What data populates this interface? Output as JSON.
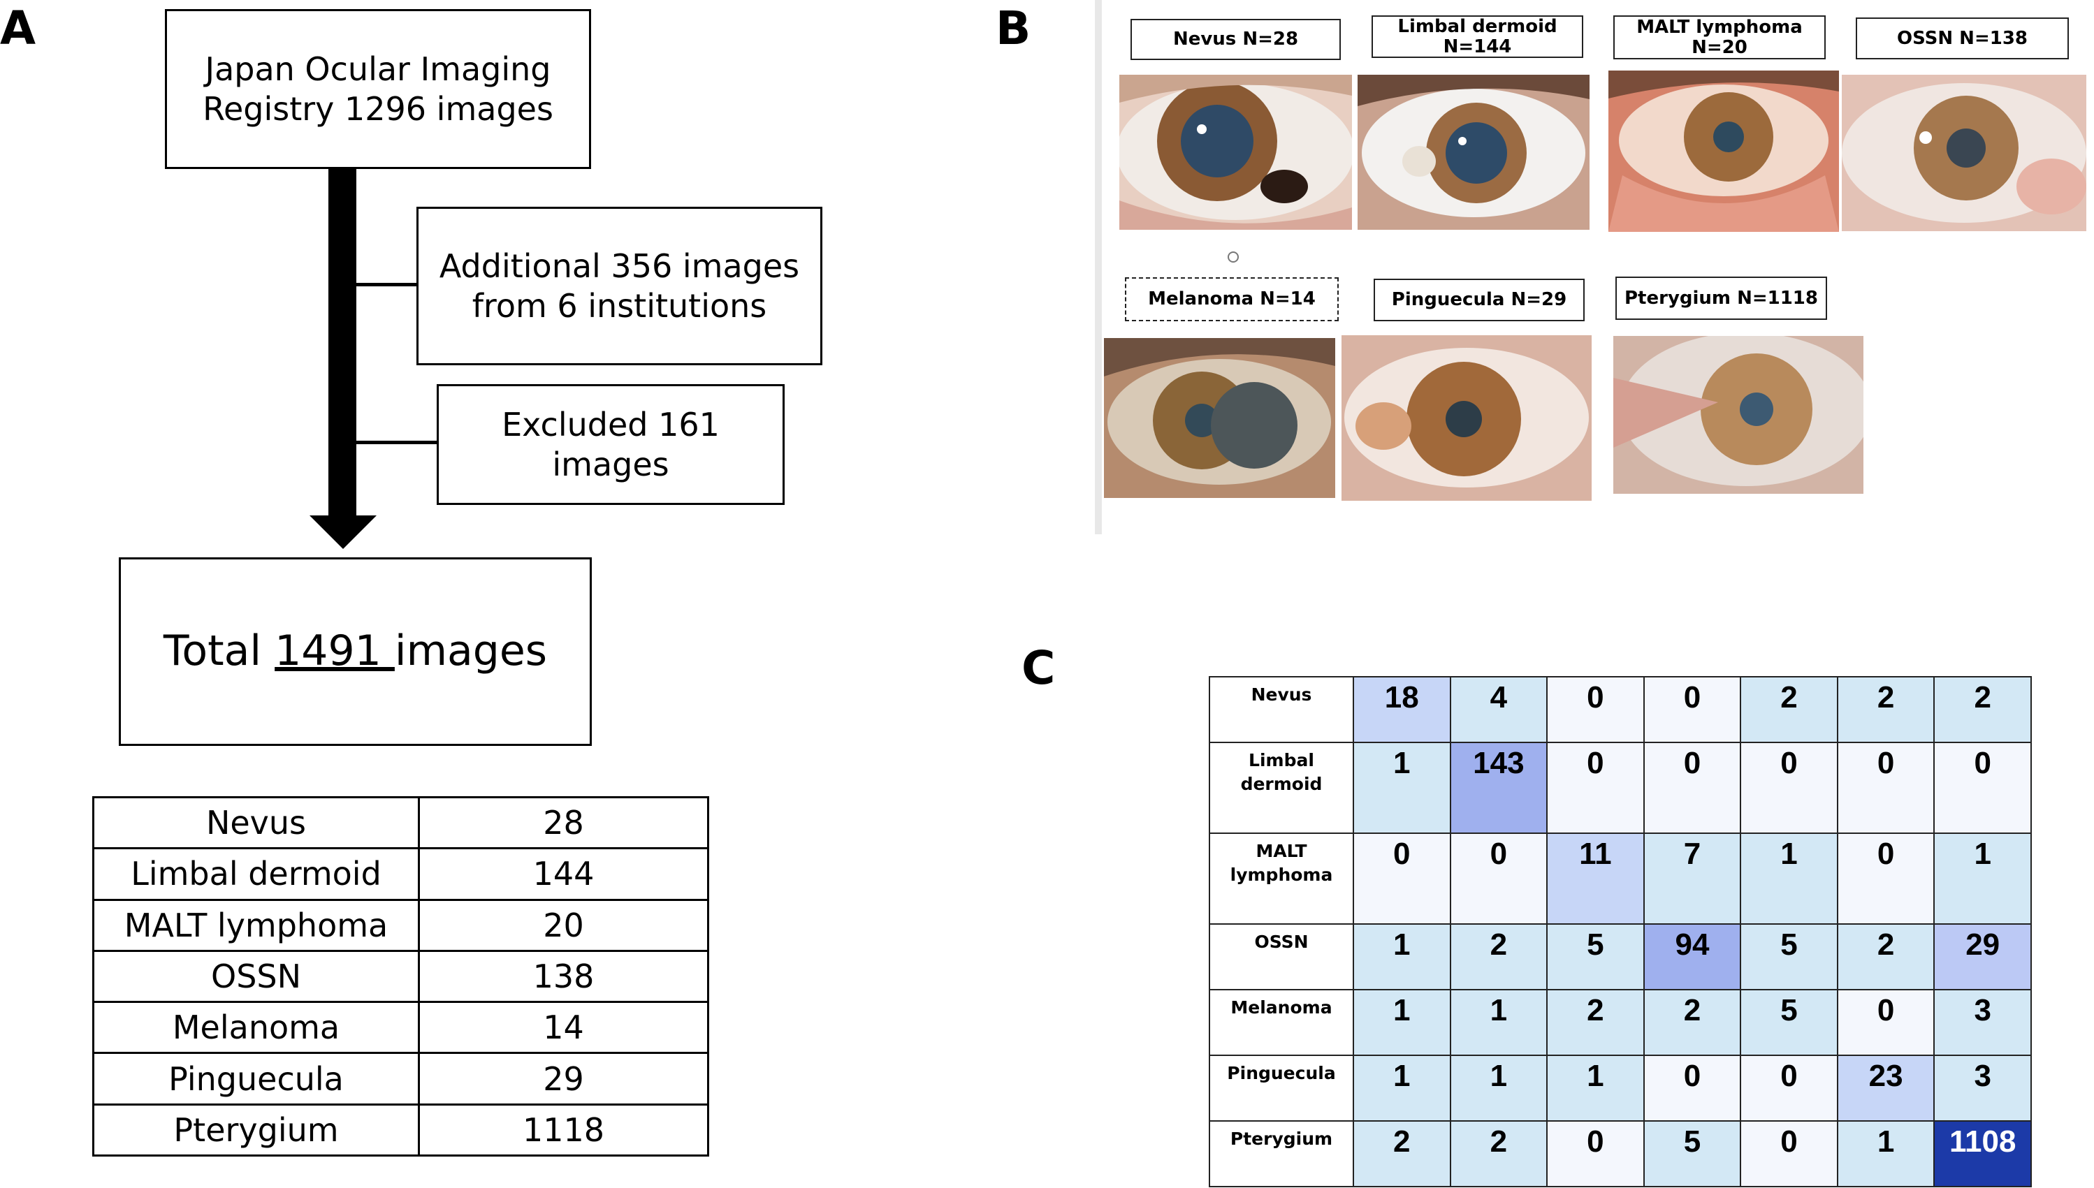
{
  "panels": {
    "a": "A",
    "b": "B",
    "c": "C"
  },
  "flowchart": {
    "source_box": "Japan Ocular Imaging\nRegistry 1296 images",
    "added_box": "Additional 356 images\n from 6 institutions",
    "excluded_box": "Excluded 161\nimages",
    "total_prefix": "Total ",
    "total_number": "1491 ",
    "total_suffix": "images"
  },
  "summary_table": [
    {
      "label": "Nevus",
      "count": "28"
    },
    {
      "label": "Limbal dermoid",
      "count": "144"
    },
    {
      "label": "MALT lymphoma",
      "count": "20"
    },
    {
      "label": "OSSN",
      "count": "138"
    },
    {
      "label": "Melanoma",
      "count": "14"
    },
    {
      "label": "Pinguecula",
      "count": "29"
    },
    {
      "label": "Pterygium",
      "count": "1118"
    }
  ],
  "photo_labels": [
    "Nevus N=28",
    "Limbal dermoid\nN=144",
    "MALT lymphoma\nN=20",
    "OSSN N=138",
    "Melanoma N=14",
    "Pinguecula N=29",
    "Pterygium N=1118"
  ],
  "colors": {
    "cell_min": "#f4f7fd",
    "cell_light": "#d3e8f5",
    "cell_mid": "#bcc9f5",
    "cell_max": "#1c3aa8"
  },
  "chart_data": {
    "type": "heatmap",
    "rows": [
      "Nevus",
      "Limbal\ndermoid",
      "MALT\nlymphoma",
      "OSSN",
      "Melanoma",
      "Pinguecula",
      "Pterygium"
    ],
    "matrix": [
      [
        18,
        4,
        0,
        0,
        2,
        2,
        2
      ],
      [
        1,
        143,
        0,
        0,
        0,
        0,
        0
      ],
      [
        0,
        0,
        11,
        7,
        1,
        0,
        1
      ],
      [
        1,
        2,
        5,
        94,
        5,
        2,
        29
      ],
      [
        1,
        1,
        2,
        2,
        5,
        0,
        3
      ],
      [
        1,
        1,
        1,
        0,
        0,
        23,
        3
      ],
      [
        2,
        2,
        0,
        5,
        0,
        1,
        1108
      ]
    ]
  }
}
